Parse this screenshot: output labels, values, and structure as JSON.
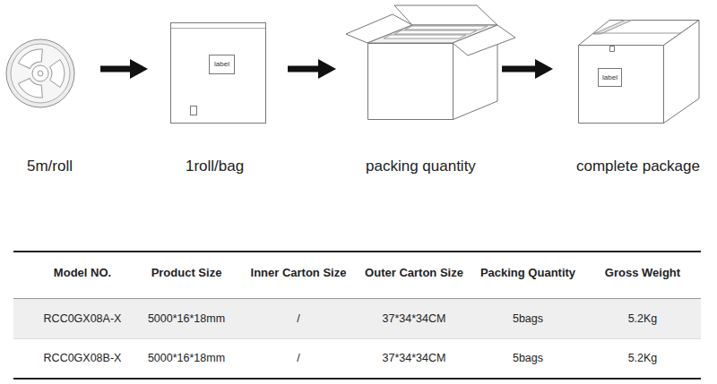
{
  "diagram": {
    "nodes": [
      {
        "text": [
          "5m/roll"
        ]
      },
      {
        "text": [
          "1roll/bag"
        ]
      },
      {
        "text": [
          "label"
        ],
        "in": 1
      },
      {
        "text": [
          "packing quantity"
        ]
      },
      {
        "text": [
          "complete package"
        ]
      },
      {
        "text": [
          "label"
        ],
        "in": 4
      }
    ],
    "edges": [
      {
        "from": 0,
        "to": 1,
        "arrow": "to"
      },
      {
        "from": 1,
        "to": 3,
        "arrow": "to"
      },
      {
        "from": 3,
        "to": 4,
        "arrow": "to"
      }
    ],
    "labels": [
      "Model NO.",
      "Product Size",
      "Inner Carton Size",
      "Outer Carton Size",
      "Packing Quantity",
      "Gross Weight",
      "RCC0GX08A-X",
      "5000*16*18mm",
      "/",
      "37*34*34CM",
      "5bags",
      "5.2Kg",
      "RCC0GX08B-X",
      "5000*16*18mm",
      "/",
      "37*34*34CM",
      "5bags",
      "5.2Kg"
    ]
  }
}
